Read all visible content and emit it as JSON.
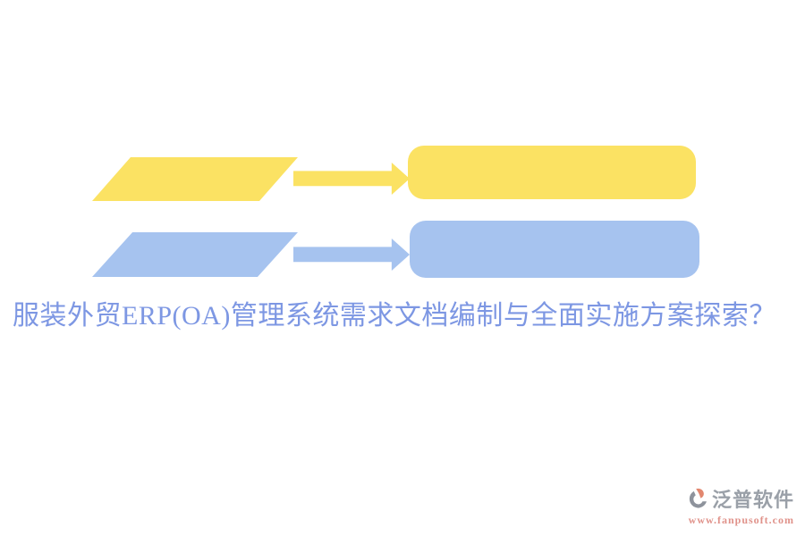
{
  "headline": {
    "text": "服装外贸ERP(OA)管理系统需求文档编制与全面实施方案探索？"
  },
  "flowchart": {
    "rows": [
      {
        "id": "yellow-row",
        "shape_sequence": [
          "parallelogram",
          "arrow-right",
          "rounded-rectangle"
        ],
        "color": "#FBE263"
      },
      {
        "id": "blue-row",
        "shape_sequence": [
          "parallelogram",
          "arrow-right",
          "rounded-rectangle"
        ],
        "color": "#A6C3EF"
      }
    ]
  },
  "watermark": {
    "logo_icon": "fanpu-logo-icon",
    "brand": "泛普软件",
    "url": "www.fanpusoft.com"
  },
  "colors": {
    "yellow": "#FBE263",
    "blue": "#A6C3EF",
    "title-blue": "#7D97E3",
    "brand-gray": "#9AA0A8",
    "url-salmon": "#E0928A",
    "logo-gray": "#8E939C",
    "logo-orange": "#E2876F"
  }
}
